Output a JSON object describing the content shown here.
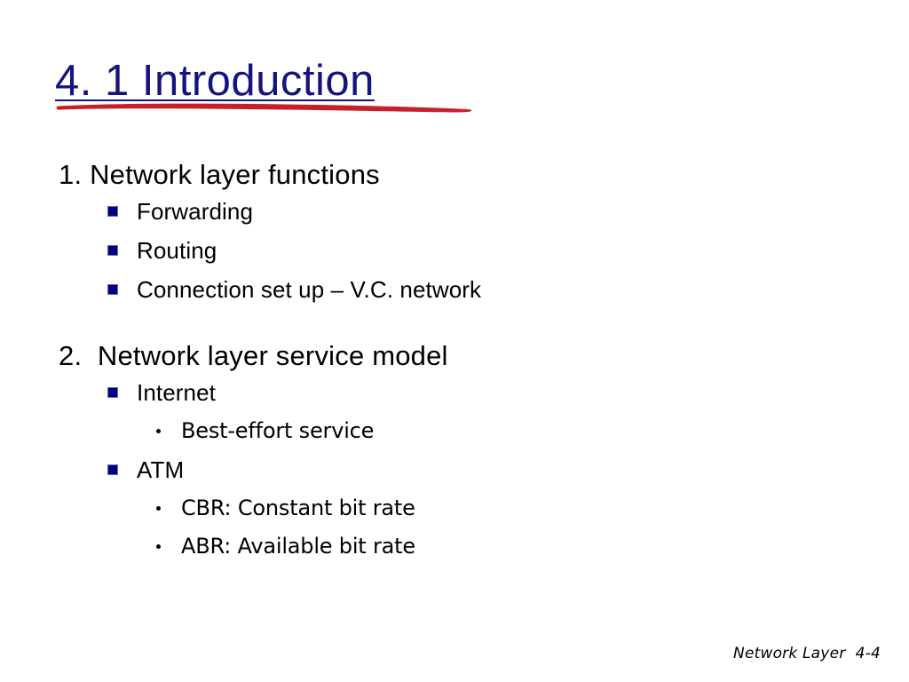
{
  "slide": {
    "title": "4. 1 Introduction",
    "title_color": "#141480",
    "underline_stroke_color": "#c8202a",
    "background_color": "#ffffff",
    "bullet_square_color": "#000080",
    "body_text_color": "#000000"
  },
  "outline": {
    "section1": {
      "heading": "1. Network layer functions",
      "items": [
        {
          "label": "Forwarding"
        },
        {
          "label": "Routing"
        },
        {
          "label": "Connection set up – V.C. network"
        }
      ]
    },
    "section2": {
      "heading": "2.  Network layer service model",
      "items": [
        {
          "label": "Internet"
        },
        {
          "label": "Best-effort service"
        },
        {
          "label": "ATM"
        },
        {
          "label": "CBR: Constant bit rate"
        },
        {
          "label": "ABR: Available bit rate"
        }
      ]
    }
  },
  "footer": {
    "text": "Network Layer  4-4"
  }
}
